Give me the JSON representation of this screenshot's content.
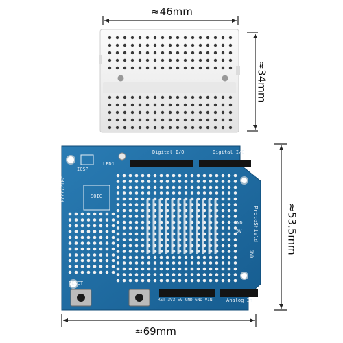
{
  "dimensions": {
    "breadboard_width": "≈46mm",
    "breadboard_height": "≈34mm",
    "shield_width": "≈69mm",
    "shield_height": "≈53.5mm"
  },
  "shield_silkscreen": {
    "icsp": "ICSP",
    "led1": "LED1",
    "soic": "SOIC",
    "date_code": "2012/7/23",
    "model": "ProtoShield",
    "digital_left": "Digital I/O",
    "digital_right": "Digital I/O",
    "gnd_1": "GND",
    "v5": "5V",
    "gnd_2": "GND",
    "reset": "RESET",
    "power_pins": "RST 3V3 5V GND GND VIN",
    "analog": "Analog In"
  },
  "colors": {
    "pcb_blue": "#1d6aa1",
    "breadboard_white": "#f3f3f3",
    "header_black": "#141414"
  }
}
